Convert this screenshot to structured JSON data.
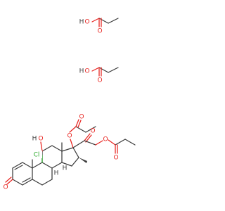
{
  "molecule": {
    "components": [
      "propanoic-acid",
      "propanoic-acid",
      "steroid-dipropionate"
    ],
    "atom_labels": {
      "acid1_oh": "O",
      "acid1_h": "H",
      "acid1_o": "O",
      "acid2_oh": "O",
      "acid2_h": "H",
      "acid2_o": "O",
      "hydroxyl_o": "O",
      "hydroxyl_h": "H",
      "chlorine": "Cl",
      "ketone_o": "O",
      "ester1_o": "O",
      "ester1_oc": "O",
      "ketone2_o": "O",
      "ester2_o": "O",
      "ester2_oc": "O",
      "h8": "H",
      "h14": "H"
    },
    "colors": {
      "carbon": "#3a3a3a",
      "oxygen": "#e8231f",
      "chlorine": "#2cab2c",
      "hydrogen": "#3a3a3a"
    }
  }
}
